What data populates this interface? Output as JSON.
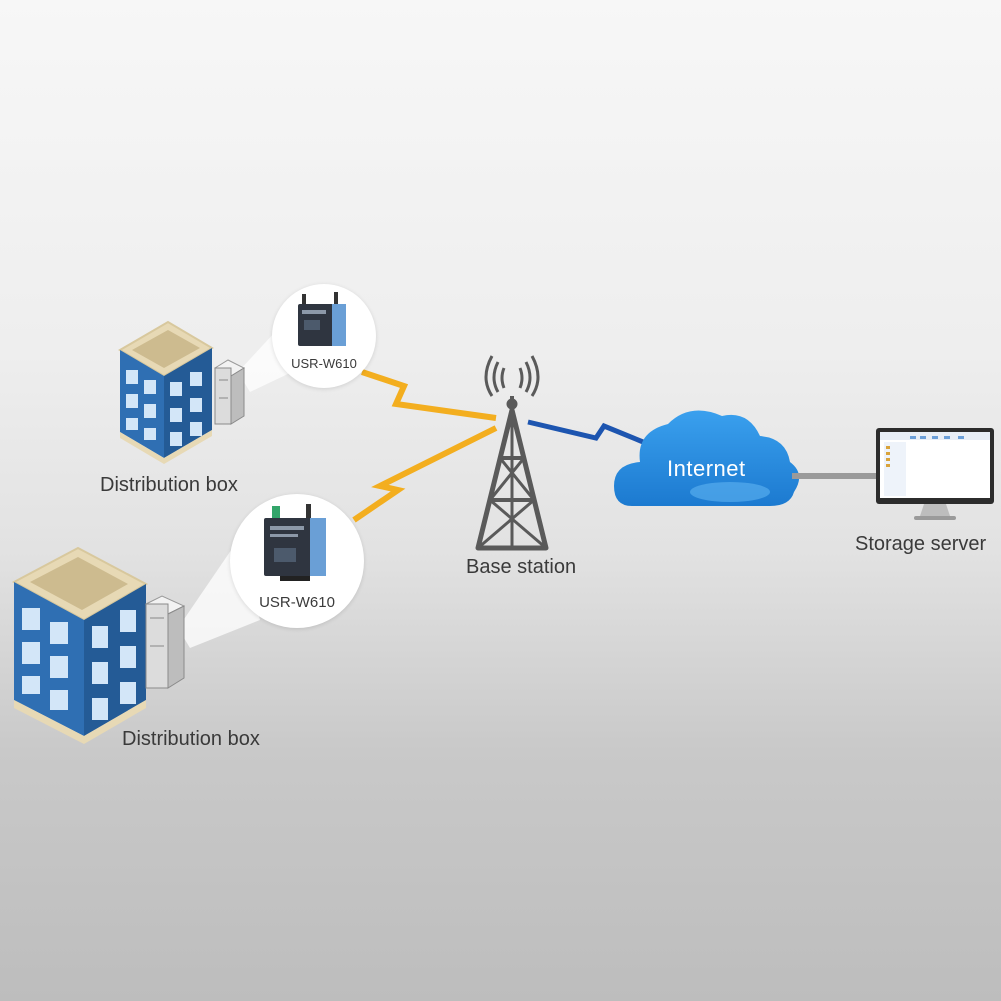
{
  "nodes": {
    "distribution_box_top": {
      "label": "Distribution box"
    },
    "distribution_box_bottom": {
      "label": "Distribution box"
    },
    "device_top": {
      "label": "USR-W610"
    },
    "device_bottom": {
      "label": "USR-W610"
    },
    "base_station": {
      "label": "Base station"
    },
    "internet": {
      "label": "Internet"
    },
    "storage_server": {
      "label": "Storage server"
    }
  },
  "colors": {
    "building_blue": "#2f6fb3",
    "link_orange": "#f3ae1f",
    "link_blue": "#1d55b0",
    "cloud_blue": "#2a8fe0",
    "tower_gray": "#555555"
  },
  "icons": [
    "building-icon",
    "distribution-cabinet-icon",
    "router-device-icon",
    "antenna-tower-icon",
    "cloud-icon",
    "monitor-icon"
  ]
}
